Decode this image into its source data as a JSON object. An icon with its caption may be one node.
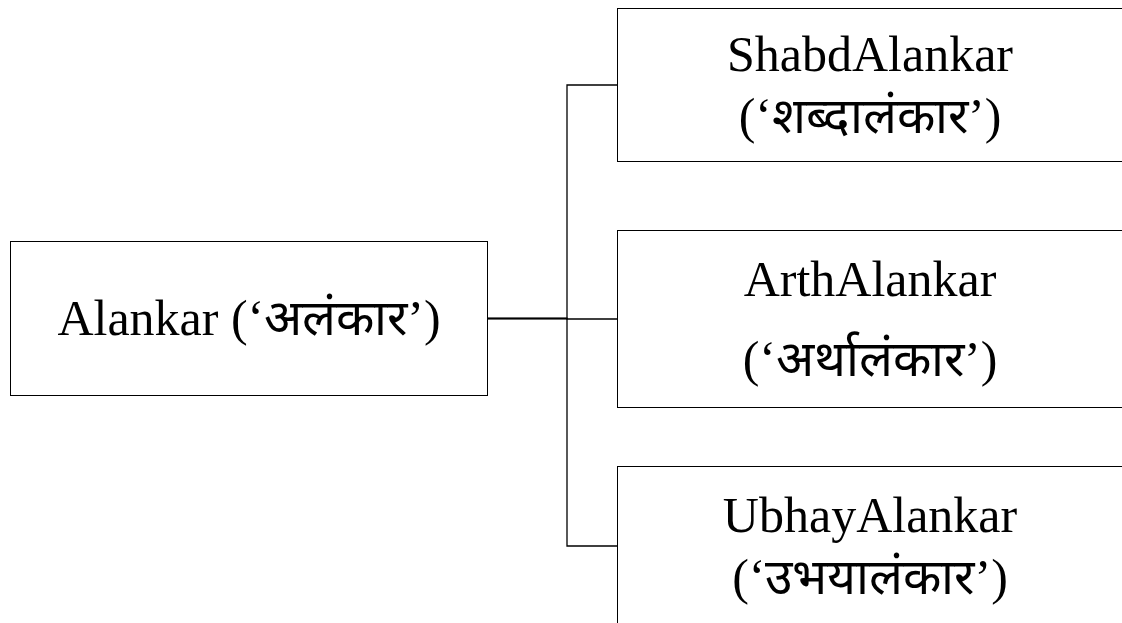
{
  "diagram": {
    "nodes": [
      {
        "text": [
          "Alankar (‘अलंकार’)"
        ]
      },
      {
        "text": [
          "ShabdAlankar (‘शब्दालंकार’)"
        ]
      },
      {
        "text": [
          "ArthAlankar (‘अर्थालंकार’)"
        ]
      },
      {
        "text": [
          "UbhayAlankar (‘उभयालंकार’)"
        ]
      }
    ],
    "edges": [
      {
        "from": 0,
        "to": 1,
        "arrow": "none"
      },
      {
        "from": 0,
        "to": 2,
        "arrow": "none"
      },
      {
        "from": 0,
        "to": 3,
        "arrow": "none"
      }
    ]
  }
}
